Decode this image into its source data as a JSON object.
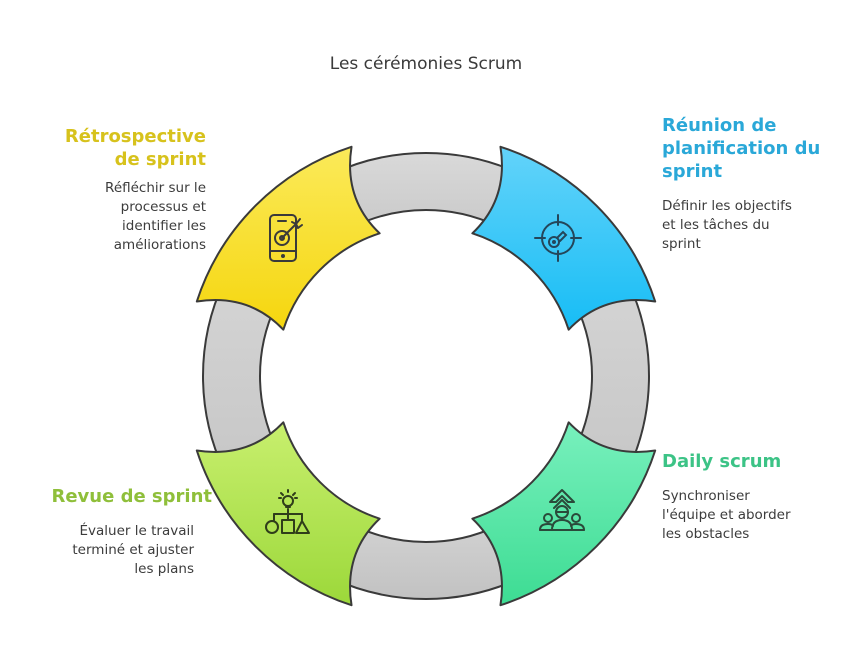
{
  "title": "Les cérémonies Scrum",
  "steps": [
    {
      "id": "retrospective",
      "title": "Rétrospective de sprint",
      "title_lines": [
        "Rétrospective",
        "de sprint"
      ],
      "description_lines": [
        "Réfléchir sur le",
        "processus et",
        "identifier les",
        "améliorations"
      ],
      "icon": "phone-target-icon",
      "color": "#f7dc2a",
      "text_color": "#d7c21c"
    },
    {
      "id": "planning",
      "title": "Réunion de planification du sprint",
      "title_lines": [
        "Réunion de",
        "planification du",
        "sprint"
      ],
      "description_lines": [
        "Définir les objectifs",
        "et les tâches du",
        "sprint"
      ],
      "icon": "target-key-icon",
      "color": "#2ec2f5",
      "text_color": "#2aa8d8"
    },
    {
      "id": "daily",
      "title": "Daily scrum",
      "title_lines": [
        "Daily scrum"
      ],
      "description_lines": [
        "Synchroniser",
        "l'équipe et aborder",
        "les obstacles"
      ],
      "icon": "team-growth-icon",
      "color": "#4fe0a0",
      "text_color": "#3cc386"
    },
    {
      "id": "review",
      "title": "Revue de sprint",
      "title_lines": [
        "Revue de sprint"
      ],
      "description_lines": [
        "Évaluer le travail",
        "terminé et ajuster",
        "les plans"
      ],
      "icon": "idea-hierarchy-icon",
      "color": "#a8e040",
      "text_color": "#8fbf3a"
    }
  ],
  "ring_color": "#cfcfcf",
  "outline_color": "#3a3a3a"
}
